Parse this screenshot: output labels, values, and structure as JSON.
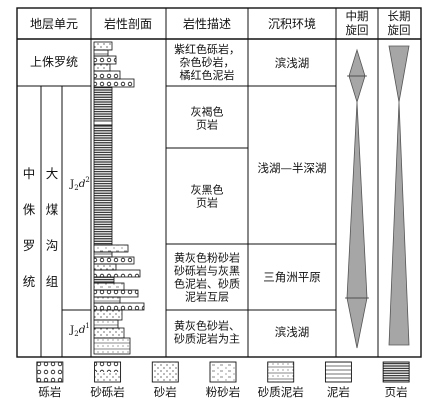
{
  "header": {
    "stratigraphic_unit": "地层单元",
    "lithologic_section": "岩性剖面",
    "lithology_description": "岩性描述",
    "sedimentary_environment": "沉积环境",
    "medium_cycle": "中期旋回",
    "long_cycle": "长期旋回"
  },
  "units": {
    "upper_jurassic": "上侏罗统",
    "middle_jurassic": [
      "中",
      "侏",
      "罗",
      "统"
    ],
    "dameigou": [
      "大",
      "煤",
      "沟",
      "组"
    ],
    "j2d2_base": "J",
    "j2d2_sub": "2",
    "j2d2_letter": "d",
    "j2d2_sup": "2",
    "j2d1_base": "J",
    "j2d1_sub": "2",
    "j2d1_letter": "d",
    "j2d1_sup": "1"
  },
  "descriptions": {
    "upper": [
      "紫红色砾岩，",
      "杂色砂岩，",
      "橘红色泥岩"
    ],
    "grey_brown": [
      "灰褐色",
      "页岩"
    ],
    "grey_black": [
      "灰黑色",
      "页岩"
    ],
    "delta": [
      "黄灰色粉砂岩",
      "砂砾岩与灰黑",
      "色泥岩、砂质",
      "泥岩互层"
    ],
    "lower": [
      "黄灰色砂岩、",
      "砂质泥岩为主"
    ]
  },
  "environments": {
    "shore_upper": "滨浅湖",
    "deep_lake": "浅湖—半深湖",
    "delta_plain": "三角洲平原",
    "shore_lower": "滨浅湖"
  },
  "legend": [
    {
      "pattern": "conglomerate",
      "label": "砾岩"
    },
    {
      "pattern": "sandy-conglomerate",
      "label": "砂砾岩"
    },
    {
      "pattern": "sandstone",
      "label": "砂岩"
    },
    {
      "pattern": "siltstone",
      "label": "粉砂岩"
    },
    {
      "pattern": "sandy-mudstone",
      "label": "砂质泥岩"
    },
    {
      "pattern": "mudstone",
      "label": "泥岩"
    },
    {
      "pattern": "shale",
      "label": "页岩"
    }
  ],
  "colors": {
    "line": "#111111",
    "cycle_fill": "#a6a6a6",
    "cycle_stroke": "#555555"
  }
}
